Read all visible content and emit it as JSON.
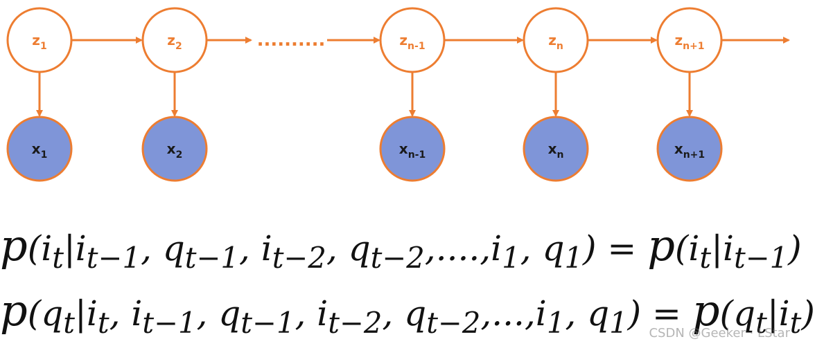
{
  "colors": {
    "accent": "#ED7D31",
    "hidden_fill": "#FFFFFF",
    "observed_fill": "#7F95D8",
    "ellipsis": "#ED7D31"
  },
  "diagram": {
    "ellipsis_text": "..........",
    "hidden_nodes": [
      {
        "label": "z",
        "sub": "1"
      },
      {
        "label": "z",
        "sub": "2"
      },
      {
        "label": "z",
        "sub": "n-1"
      },
      {
        "label": "z",
        "sub": "n"
      },
      {
        "label": "z",
        "sub": "n+1"
      }
    ],
    "observed_nodes": [
      {
        "label": "x",
        "sub": "1"
      },
      {
        "label": "x",
        "sub": "2"
      },
      {
        "label": "x",
        "sub": "n-1"
      },
      {
        "label": "x",
        "sub": "n"
      },
      {
        "label": "x",
        "sub": "n+1"
      }
    ]
  },
  "equations": {
    "eq1": "p(i_t | i_{t-1}, q_{t-1}, i_{t-2}, q_{t-2}, ...., i_1, q_1) = p(i_t | i_{t-1})",
    "eq2": "p(q_t | i_t, i_{t-1}, q_{t-1}, i_{t-2}, q_{t-2}, ..., i_1, q_1) = p(q_t | i_t)"
  },
  "watermark": "CSDN @Geeker · LStar"
}
